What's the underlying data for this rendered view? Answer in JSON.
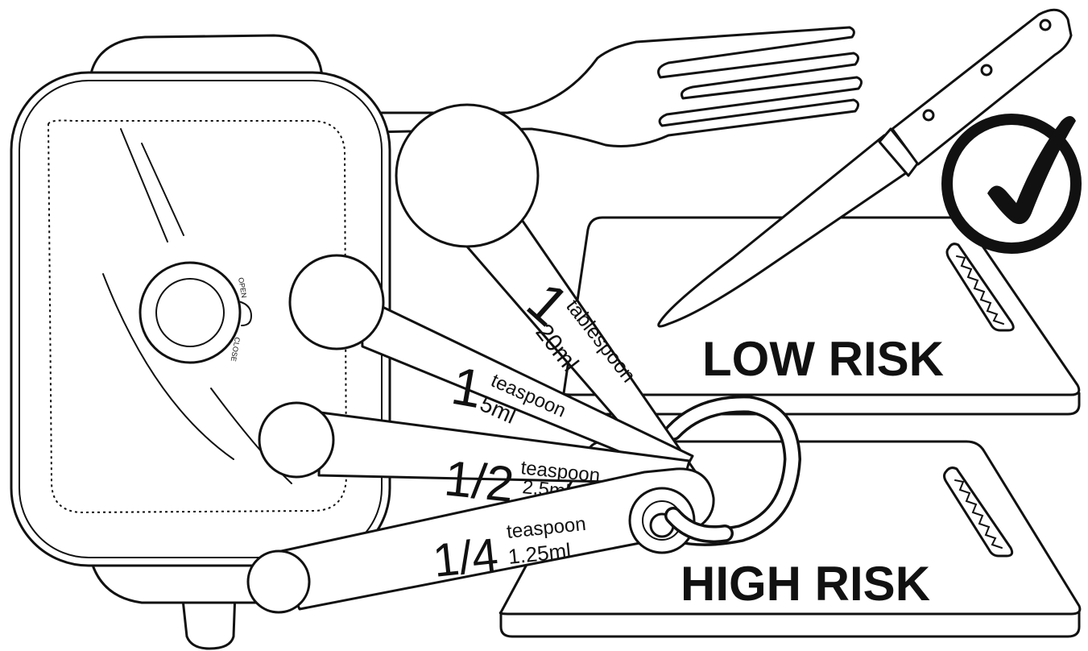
{
  "boards": {
    "low_label": "LOW RISK",
    "high_label": "HIGH RISK"
  },
  "spoons": {
    "tablespoon": {
      "fraction": "1",
      "unit": "tablespoon",
      "volume": "20ml"
    },
    "teaspoon": {
      "fraction": "1",
      "unit": "teaspoon",
      "volume": "5ml"
    },
    "half_teaspoon": {
      "fraction": "1/2",
      "unit": "teaspoon",
      "volume": "2.5ml"
    },
    "quarter_teaspoon": {
      "fraction": "1/4",
      "unit": "teaspoon",
      "volume": "1.25ml"
    }
  },
  "container_lid": {
    "valve_open": "OPEN",
    "valve_close": "CLOSE"
  },
  "icons": {
    "checkmark": "check-circle-icon",
    "fork": "fork-icon",
    "knife": "knife-icon"
  },
  "colors": {
    "ink": "#111111",
    "paper": "#ffffff"
  }
}
